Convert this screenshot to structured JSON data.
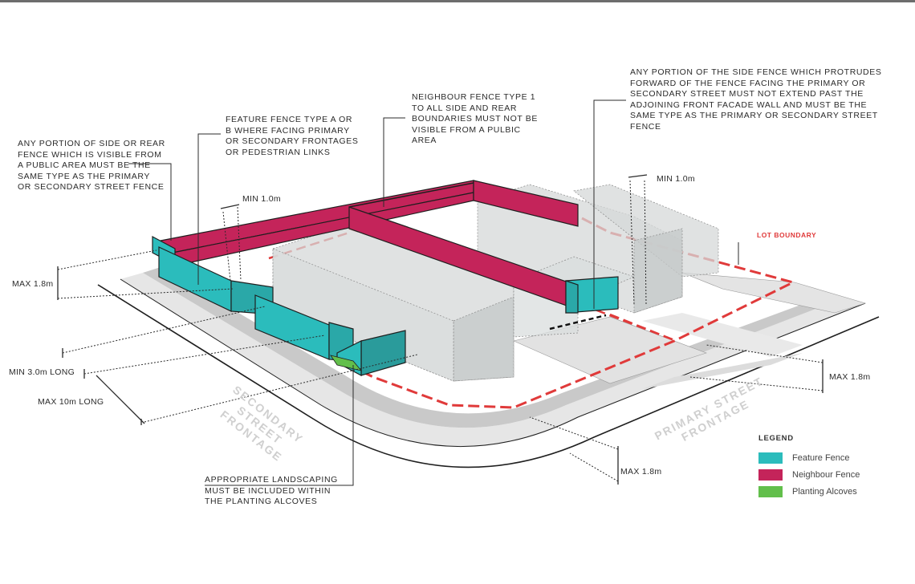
{
  "annotations": {
    "side_rear_fence": "ANY PORTION OF SIDE OR REAR\nFENCE WHICH IS VISIBLE FROM\nA PUBLIC AREA MUST BE THE\nSAME TYPE AS THE PRIMARY\nOR SECONDARY STREET FENCE",
    "feature_fence": "FEATURE FENCE TYPE A OR\nB WHERE FACING PRIMARY\nOR SECONDARY FRONTAGES\nOR PEDESTRIAN LINKS",
    "neighbour_fence": "NEIGHBOUR FENCE TYPE 1\nTO ALL SIDE AND REAR\nBOUNDARIES MUST NOT BE\nVISIBLE FROM A PULBIC\nAREA",
    "side_fence_protrudes": "ANY PORTION OF THE SIDE FENCE WHICH PROTRUDES\nFORWARD OF THE FENCE FACING THE PRIMARY OR\nSECONDARY  STREET MUST NOT EXTEND PAST THE\nADJOINING FRONT FACADE WALL AND MUST BE THE\nSAME TYPE AS THE PRIMARY OR SECONDARY STREET\nFENCE",
    "landscaping": "APPROPRIATE LANDSCAPING\nMUST BE INCLUDED WITHIN\nTHE PLANTING ALCOVES"
  },
  "dimensions": {
    "min_left": "MIN 1.0m",
    "min_right": "MIN 1.0m",
    "max_height_left": "MAX 1.8m",
    "max_height_right": "MAX 1.8m",
    "max_height_bottom": "MAX 1.8m",
    "min_long": "MIN 3.0m LONG",
    "max_long": "MAX 10m LONG"
  },
  "lot_boundary_label": "LOT BOUNDARY",
  "streets": {
    "secondary": "SECONDARY\nSTREET\nFRONTAGE",
    "primary": "PRIMARY STREET\nFRONTAGE"
  },
  "legend": {
    "title": "LEGEND",
    "items": [
      {
        "label": "Feature Fence",
        "color": "#2bbcbc"
      },
      {
        "label": "Neighbour Fence",
        "color": "#c4245a"
      },
      {
        "label": "Planting Alcoves",
        "color": "#62bf4b"
      }
    ]
  },
  "colors": {
    "feature_fence": "#2bbcbc",
    "neighbour_fence": "#c4245a",
    "planting": "#62bf4b",
    "lot_boundary": "#e03a3a"
  }
}
